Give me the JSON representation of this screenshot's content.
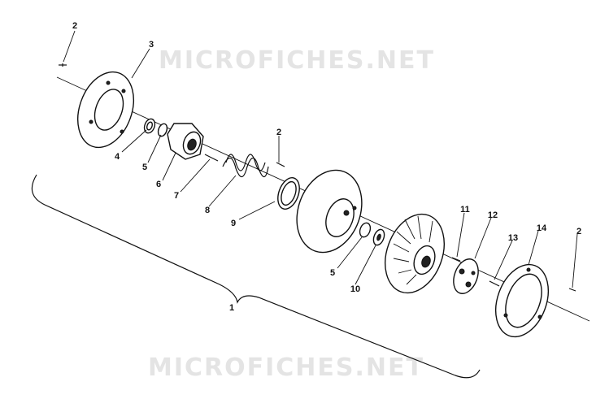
{
  "watermark": {
    "top": "MICROFICHES.NET",
    "bottom": "MICROFICHES.NET"
  },
  "callouts": [
    {
      "id": "c-2a",
      "text": "2"
    },
    {
      "id": "c-3",
      "text": "3"
    },
    {
      "id": "c-4",
      "text": "4"
    },
    {
      "id": "c-5a",
      "text": "5"
    },
    {
      "id": "c-6",
      "text": "6"
    },
    {
      "id": "c-7",
      "text": "7"
    },
    {
      "id": "c-8",
      "text": "8"
    },
    {
      "id": "c-2b",
      "text": "2"
    },
    {
      "id": "c-9",
      "text": "9"
    },
    {
      "id": "c-5b",
      "text": "5"
    },
    {
      "id": "c-10",
      "text": "10"
    },
    {
      "id": "c-11",
      "text": "11"
    },
    {
      "id": "c-12",
      "text": "12"
    },
    {
      "id": "c-13",
      "text": "13"
    },
    {
      "id": "c-14",
      "text": "14"
    },
    {
      "id": "c-2c",
      "text": "2"
    },
    {
      "id": "c-1",
      "text": "1"
    }
  ]
}
